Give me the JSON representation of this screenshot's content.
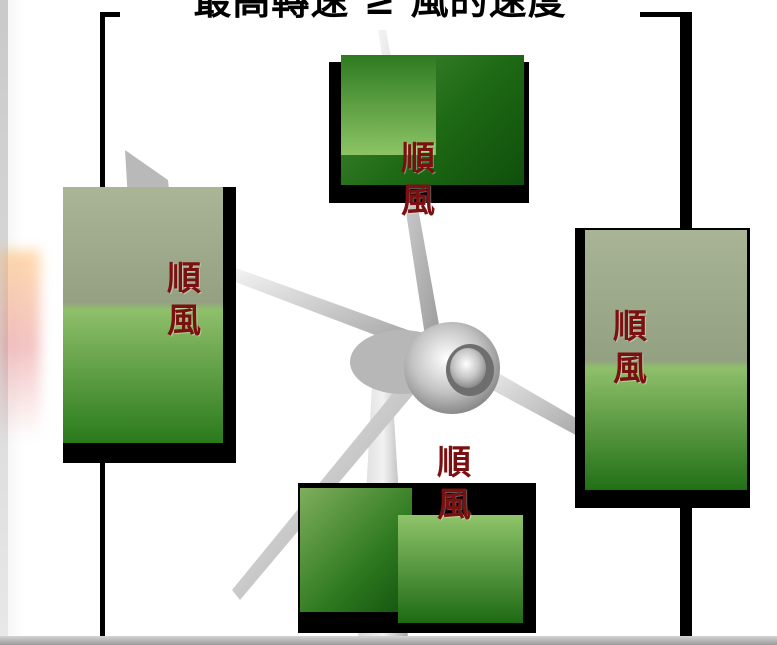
{
  "title": "最高轉速 ≥ 風的速度",
  "labels": [
    {
      "top": "順",
      "bottom": "風"
    },
    {
      "top": "順",
      "bottom": "風"
    },
    {
      "top": "順",
      "bottom": "風"
    },
    {
      "top": "順",
      "bottom": "風"
    }
  ],
  "colors": {
    "frame": "#000000",
    "label": "#7a1010",
    "panel_dark_green": "#1f6a14",
    "panel_light_green": "#8fbf6a",
    "panel_sage": "#98a587"
  },
  "icons": [
    "wind-turbine-icon"
  ]
}
